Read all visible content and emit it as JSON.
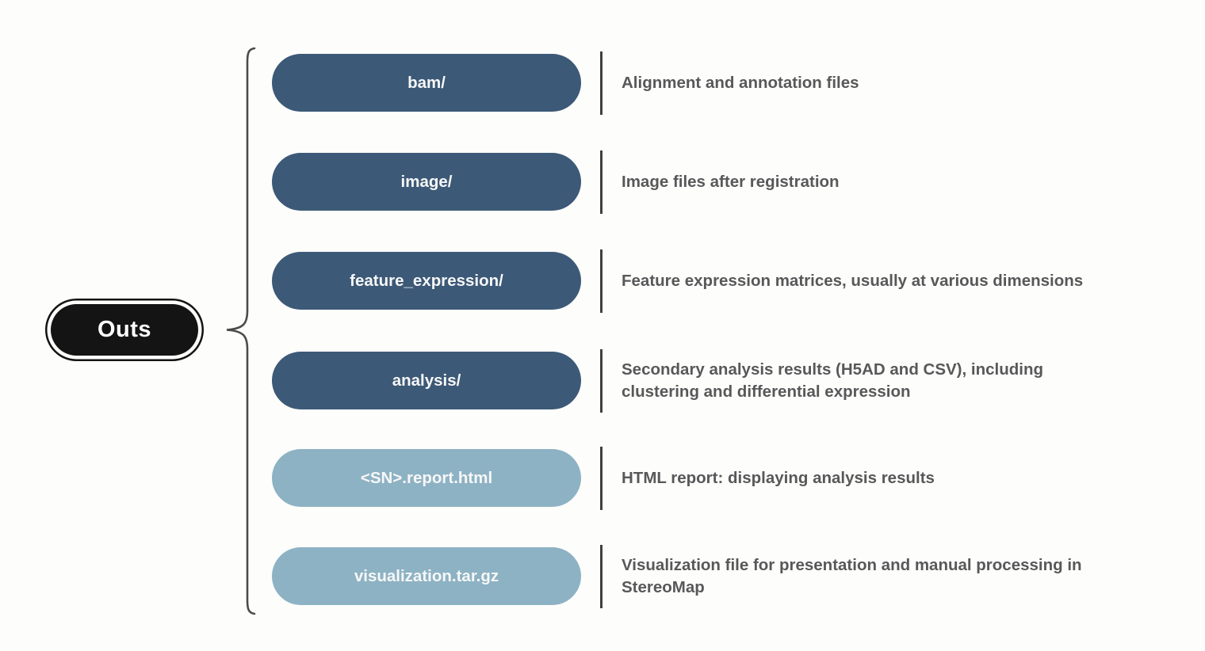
{
  "root_node": {
    "label": "Outs"
  },
  "colors": {
    "background": "#fdfdfb",
    "dark_pill": "#3c5977",
    "light_pill": "#8db2c4",
    "pill_text": "#f7f7f7",
    "description_text": "#58585a",
    "divider": "#404040",
    "root_fill": "#141414",
    "brace": "#4b4b4b"
  },
  "rows": [
    {
      "label": "bam/",
      "variant": "dark",
      "description_lines": [
        "Alignment and annotation files"
      ]
    },
    {
      "label": "image/",
      "variant": "dark",
      "description_lines": [
        "Image files after registration"
      ]
    },
    {
      "label": "feature_expression/",
      "variant": "dark",
      "description_lines": [
        "Feature expression matrices, usually at various dimensions"
      ]
    },
    {
      "label": "analysis/",
      "variant": "dark",
      "description_lines": [
        "Secondary analysis results (H5AD and CSV), including",
        "clustering and differential expression"
      ]
    },
    {
      "label": "<SN>.report.html",
      "variant": "light",
      "description_lines": [
        "HTML report: displaying analysis results"
      ]
    },
    {
      "label": "visualization.tar.gz",
      "variant": "light",
      "description_lines": [
        "Visualization file for presentation and manual processing in",
        "StereoMap"
      ]
    }
  ]
}
